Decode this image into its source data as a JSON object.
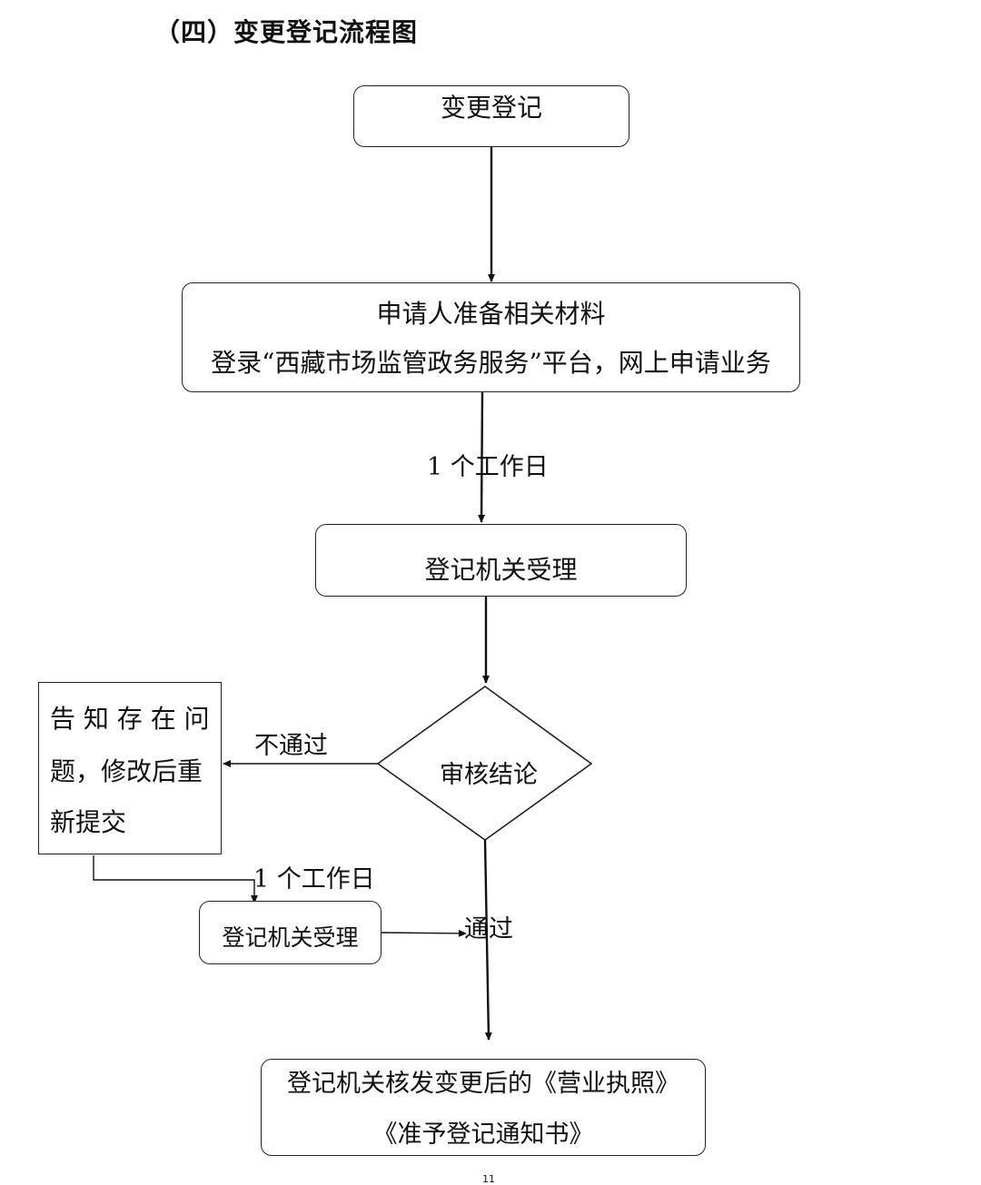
{
  "heading": "（四）变更登记流程图",
  "nodes": {
    "start": {
      "text": "变更登记"
    },
    "prepare": {
      "line1": "申请人准备相关材料",
      "line2": "登录“西藏市场监管政务服务”平台，网上申请业务"
    },
    "accept": {
      "text": "登记机关受理"
    },
    "review": {
      "text": "审核结论"
    },
    "notify": {
      "line1": "告 知 存 在 问",
      "line2": "题，修改后重",
      "line3": "新提交"
    },
    "reaccept": {
      "text": "登记机关受理"
    },
    "issue": {
      "line1": "登记机关核发变更后的《营业执照》",
      "line2": "《准予登记通知书》"
    }
  },
  "edge_labels": {
    "working_day_main": "1 个工作日",
    "working_day_resubmit": "1 个工作日",
    "fail": "不通过",
    "pass": "通过"
  },
  "page_number": "11"
}
